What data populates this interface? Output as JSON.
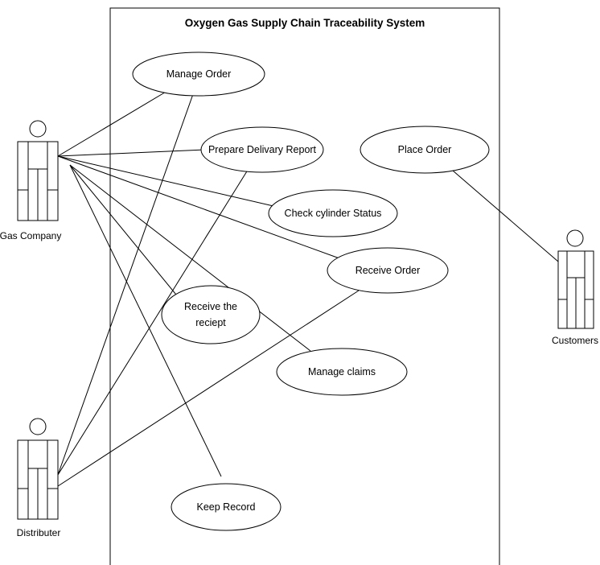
{
  "system": {
    "title": "Oxygen Gas Supply Chain Traceability System"
  },
  "actors": {
    "gas_company": "Gas Company",
    "distributer": "Distributer",
    "customers": "Customers"
  },
  "use_cases": {
    "manage_order": "Manage Order",
    "prepare_delivary_report": "Prepare Delivary Report",
    "place_order": "Place Order",
    "check_cylinder_status": "Check cylinder Status",
    "receive_order": "Receive Order",
    "receive_the_reciept_line1": "Receive the",
    "receive_the_reciept_line2": "reciept",
    "manage_claims": "Manage claims",
    "keep_record": "Keep Record"
  }
}
